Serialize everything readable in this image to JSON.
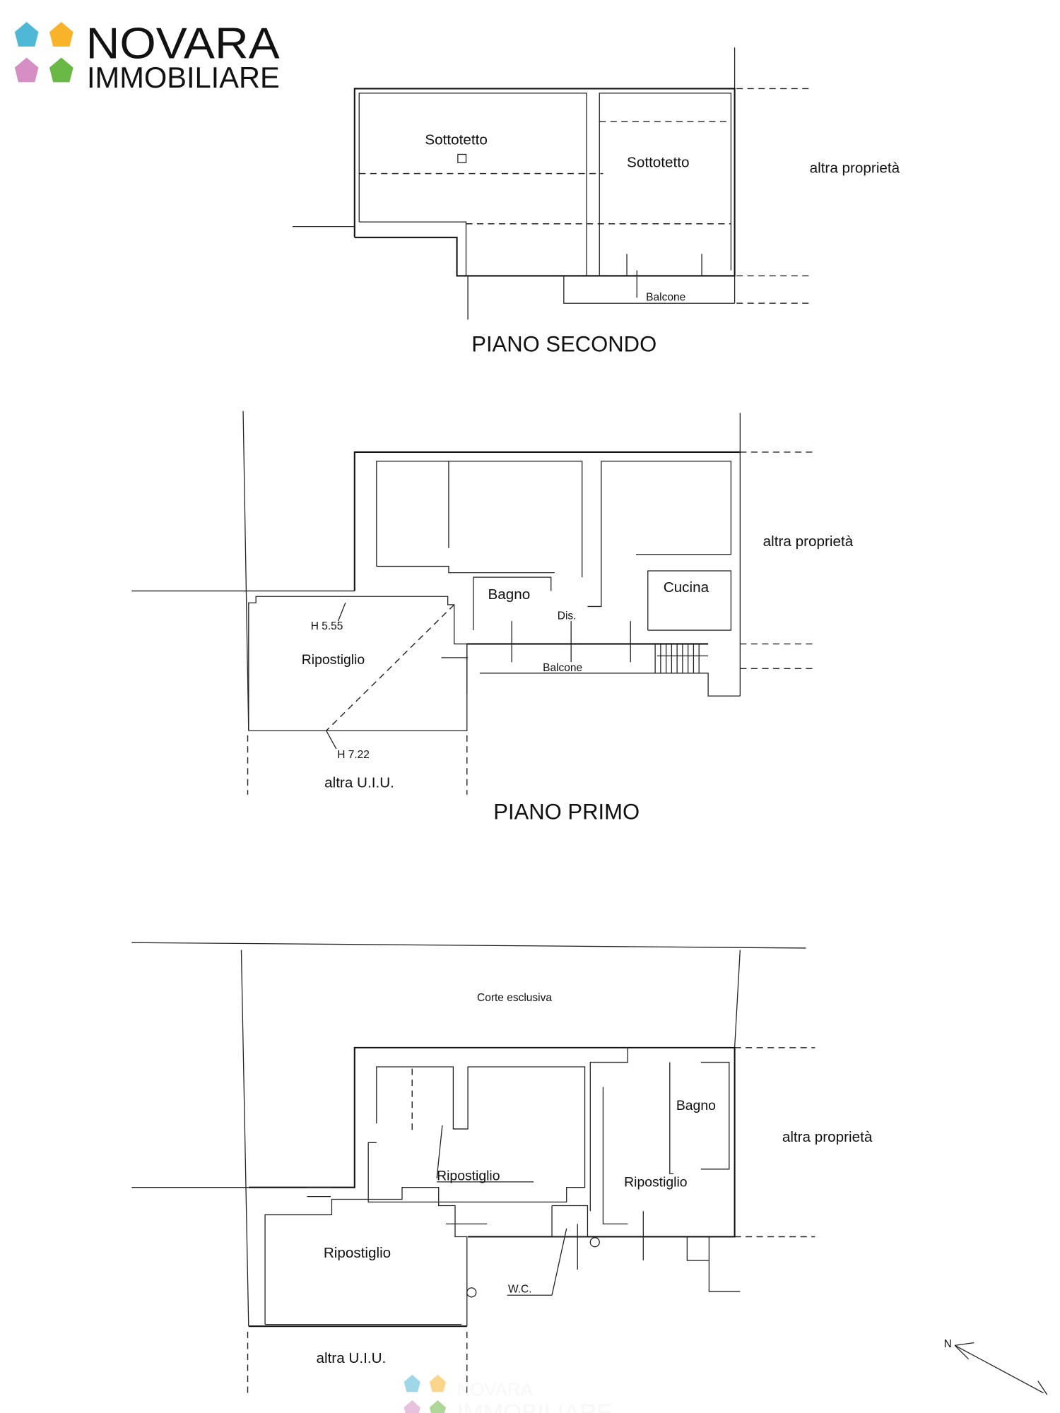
{
  "logo": {
    "line1": "NOVARA",
    "line2": "IMMOBILIARE",
    "colors": {
      "blue": "#4FB8D6",
      "orange": "#F9B32A",
      "pink": "#D58FC4",
      "green": "#6AB846"
    }
  },
  "plans": {
    "second": {
      "title": "PIANO SECONDO",
      "rooms": [
        "Sottotetto",
        "Sottotetto",
        "Balcone"
      ],
      "neighbor": "altra proprietà"
    },
    "first": {
      "title": "PIANO PRIMO",
      "rooms": [
        "Bagno",
        "Dis.",
        "Cucina",
        "Ripostiglio",
        "Balcone"
      ],
      "heights": [
        "H 5.55",
        "H 7.22"
      ],
      "neighbor": "altra proprietà",
      "other_unit": "altra U.I.U."
    },
    "ground": {
      "courtyard": "Corte esclusiva",
      "rooms": [
        "Ripostiglio",
        "Bagno",
        "Ripostiglio",
        "Ripostiglio",
        "W.C."
      ],
      "neighbor": "altra proprietà",
      "other_unit": "altra U.I.U."
    }
  },
  "compass": {
    "north_label": "N"
  },
  "watermark": {
    "line1": "NOVARA",
    "line2": "IMMOBILIARE"
  }
}
